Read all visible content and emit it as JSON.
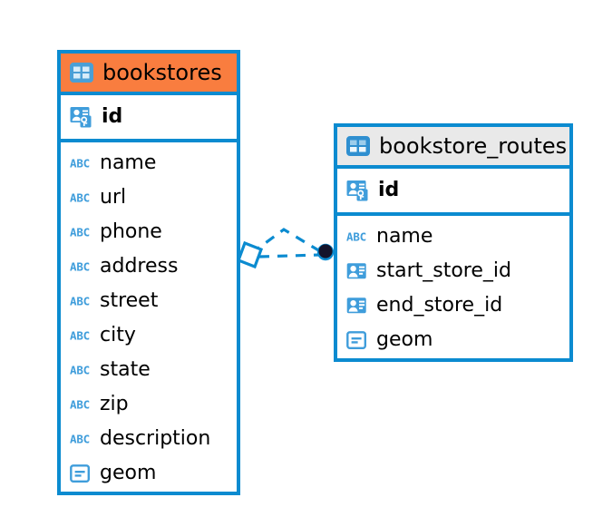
{
  "diagram": {
    "type": "entity-relationship-diagram",
    "background_color": "#ffffff",
    "accent_color": "#0b8bd0",
    "highlight_color": "#f97d3f",
    "header_grey": "#e9e9e9"
  },
  "entities": [
    {
      "name": "bookstores",
      "header_style": "orange",
      "table_icon": "table-icon",
      "primary_keys": [
        {
          "label": "id",
          "icon": "primary-key-icon",
          "type_hint": "key"
        }
      ],
      "fields": [
        {
          "label": "name",
          "icon": "text-abc-icon",
          "type_hint": "text"
        },
        {
          "label": "url",
          "icon": "text-abc-icon",
          "type_hint": "text"
        },
        {
          "label": "phone",
          "icon": "text-abc-icon",
          "type_hint": "text"
        },
        {
          "label": "address",
          "icon": "text-abc-icon",
          "type_hint": "text"
        },
        {
          "label": "street",
          "icon": "text-abc-icon",
          "type_hint": "text"
        },
        {
          "label": "city",
          "icon": "text-abc-icon",
          "type_hint": "text"
        },
        {
          "label": "state",
          "icon": "text-abc-icon",
          "type_hint": "text"
        },
        {
          "label": "zip",
          "icon": "text-abc-icon",
          "type_hint": "text"
        },
        {
          "label": "description",
          "icon": "text-abc-icon",
          "type_hint": "text"
        },
        {
          "label": "geom",
          "icon": "geometry-icon",
          "type_hint": "geometry"
        }
      ]
    },
    {
      "name": "bookstore_routes",
      "header_style": "grey",
      "table_icon": "table-icon",
      "primary_keys": [
        {
          "label": "id",
          "icon": "primary-key-icon",
          "type_hint": "key"
        }
      ],
      "fields": [
        {
          "label": "name",
          "icon": "text-abc-icon",
          "type_hint": "text"
        },
        {
          "label": "start_store_id",
          "icon": "foreign-key-icon",
          "type_hint": "reference"
        },
        {
          "label": "end_store_id",
          "icon": "foreign-key-icon",
          "type_hint": "reference"
        },
        {
          "label": "geom",
          "icon": "geometry-icon",
          "type_hint": "geometry"
        }
      ]
    }
  ],
  "relationship": {
    "from_entity": "bookstores",
    "to_entity": "bookstore_routes",
    "source_marker": "diamond-marker",
    "target_marker": "filled-circle-marker",
    "line_style": "dashed",
    "line_color": "#0b8bd0",
    "target_marker_color": "#1a1a2e"
  }
}
